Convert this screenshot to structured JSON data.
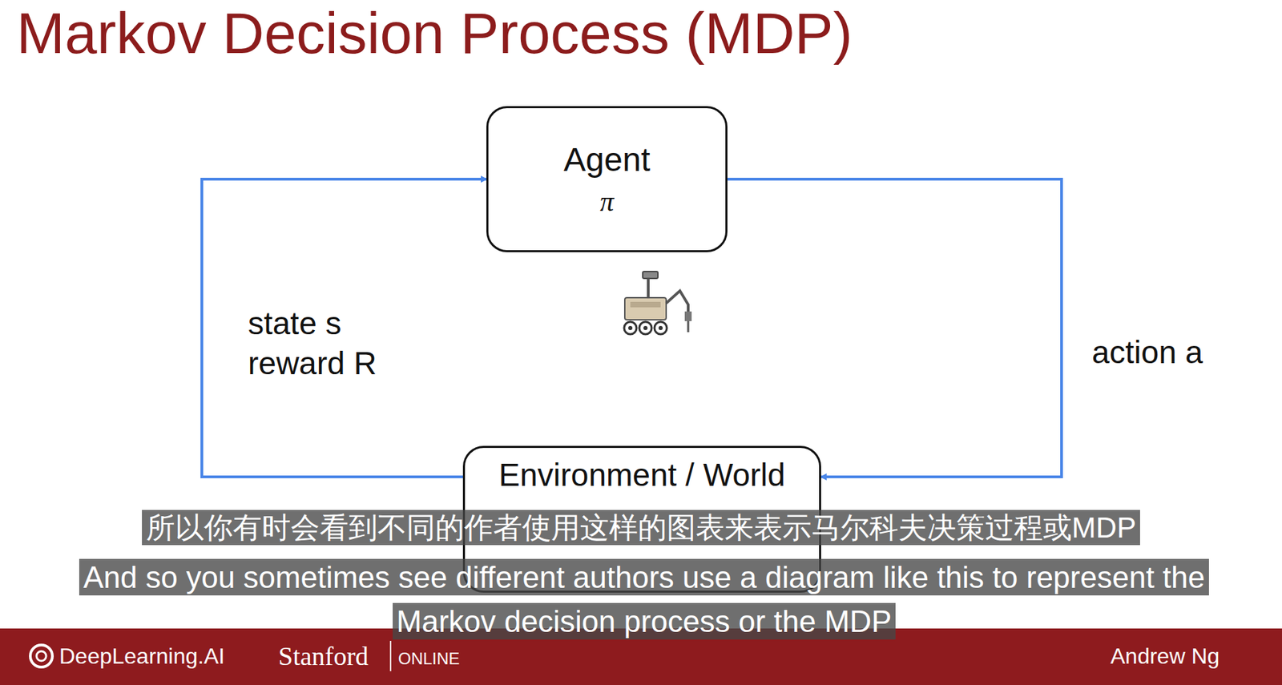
{
  "diagram": {
    "title": "Markov Decision Process (MDP)",
    "nodes": [
      {
        "text": [
          "Agent",
          "π"
        ]
      },
      {
        "text": [
          "Environment / World"
        ]
      }
    ],
    "edges": [
      {
        "from": 1,
        "to": 0,
        "arrow": "to",
        "label": "state s reward R"
      },
      {
        "from": 0,
        "to": 1,
        "arrow": "to",
        "label": "action a"
      }
    ],
    "labels": [
      "所以你有时会看到不同的作者使用这样的图表来表示马尔科夫决策过程或MDP",
      "And so you sometimes see different authors use a diagram like this to represent the Markov decision process or the MDP",
      "DeepLearning.AI",
      "Stanford",
      "ONLINE",
      "Andrew Ng"
    ]
  }
}
